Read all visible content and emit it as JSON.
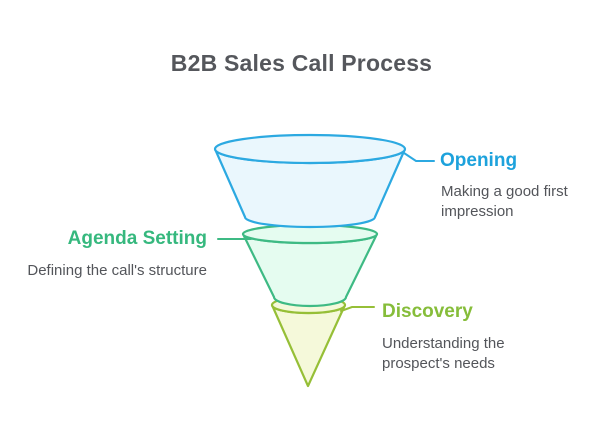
{
  "title": "B2B Sales Call Process",
  "funnel": {
    "type": "funnel",
    "stages": [
      {
        "name": "Opening",
        "description": "Making a good first impression",
        "label_color": "#1da2dc",
        "stroke": "#2ca9e1",
        "fill": "#eaf7fd",
        "label_side": "right"
      },
      {
        "name": "Agenda Setting",
        "description": "Defining the call's structure",
        "label_color": "#36b87e",
        "stroke": "#3eba84",
        "fill": "#e5fcf0",
        "label_side": "left"
      },
      {
        "name": "Discovery",
        "description": "Understanding the prospect's needs",
        "label_color": "#86bd3a",
        "stroke": "#96bf37",
        "fill": "#f5f9da",
        "label_side": "right"
      }
    ]
  },
  "text_colors": {
    "title": "#55575c",
    "description": "#53555a"
  },
  "background": "#ffffff"
}
